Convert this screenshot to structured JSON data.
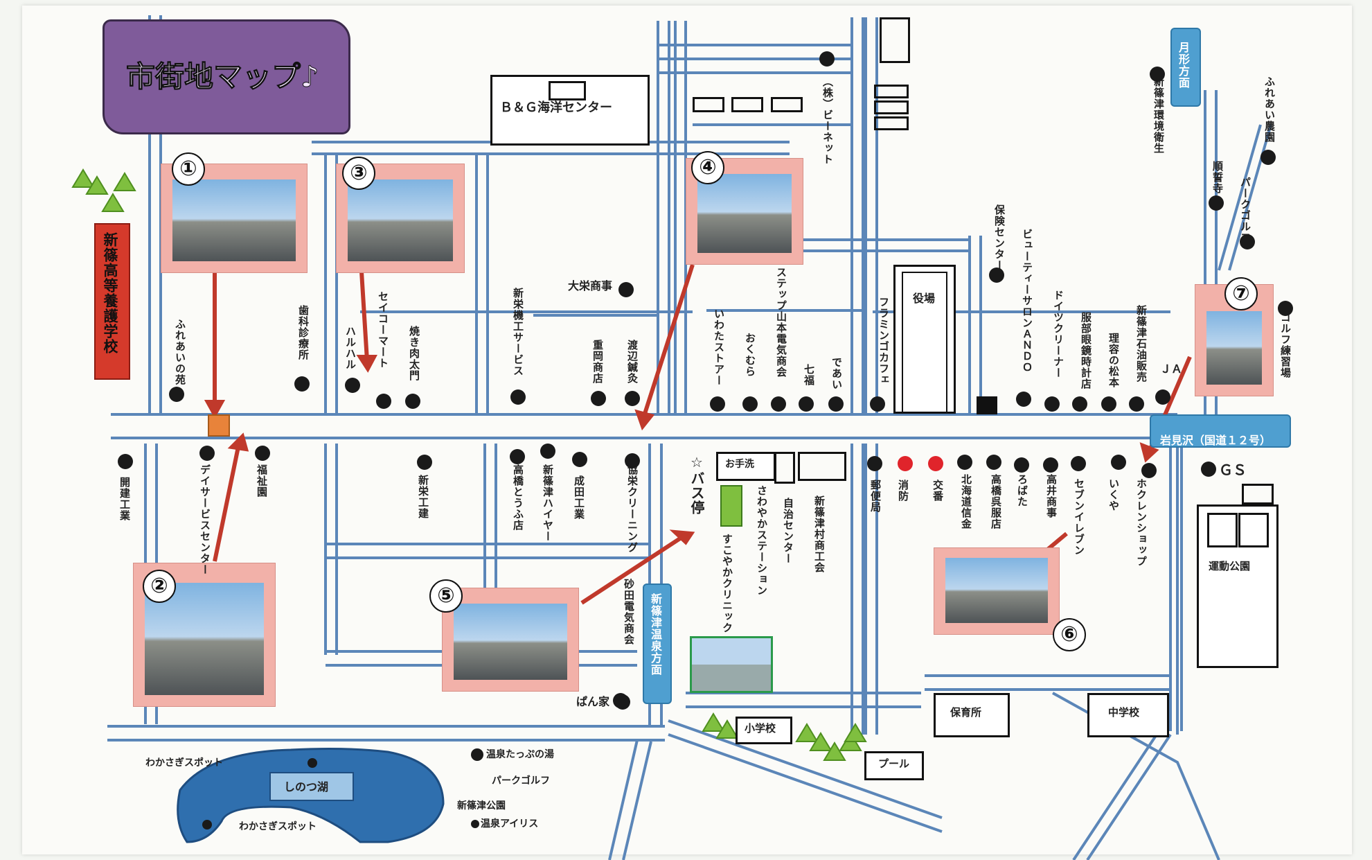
{
  "title": "市街地マップ♪",
  "landmarks": {
    "bg_center": "Ｂ＆Ｇ海洋センター",
    "school_high": "新篠高等養護学校",
    "yakuba": "役場",
    "kikaku": "（株）ビーネット",
    "tsukigata": "月形方面",
    "iwamizawa": "岩見沢（国道１２号）",
    "onsen_dir": "新篠津温泉方面",
    "shogakko": "小学校",
    "pool": "プール",
    "hoikusho": "保育所",
    "chugakko": "中学校",
    "undo_koen": "運動公園",
    "gs": "ＧＳ",
    "bus": "☆バス停",
    "otearai": "お手洗",
    "lake": "しのつ湖",
    "wakasagi1": "わかさぎスポット",
    "wakasagi2": "わかさぎスポット",
    "onsen_tappu": "温泉たっぷの湯",
    "park_golf_s": "パークゴルフ",
    "koen": "新篠津公園",
    "iris": "温泉アイリス"
  },
  "places_north": [
    "ふれあいの苑",
    "歯科診療所",
    "ハルハル",
    "セイコーマート",
    "焼き肉太門",
    "新栄機工サービス",
    "重岡商店",
    "渡辺鍼灸",
    "大栄商事",
    "いわたストアー",
    "おくむら",
    "ステップ山本電気商会",
    "七福",
    "であい",
    "フラミンゴカフェ",
    "保険センター",
    "ビューティーサロンＡＮＤＯ",
    "ドイツクリーナー",
    "服部眼鏡時計店",
    "理容の松本",
    "新篠津石油販売",
    "ＪＡ",
    "新篠津環境衛生",
    "ふれあい農園",
    "順誓寺",
    "パークゴルフ",
    "ゴルフ練習場"
  ],
  "places_south": [
    "開建工業",
    "デイサービスセンター",
    "福祉園",
    "新栄工建",
    "高橋とうふ店",
    "新篠津ハイヤー",
    "成田工業",
    "協栄クリーニング",
    "砂田電気商会",
    "ぱん家",
    "さわやかステーション",
    "すこやかクリニック",
    "自治センター",
    "新篠津村商工会",
    "郵便局",
    "消防",
    "交番",
    "北海道信金",
    "高橋呉服店",
    "ろばた",
    "高井商事",
    "セブンイレブン",
    "いくや",
    "ホクレンショップ"
  ],
  "photos": [
    "①",
    "②",
    "③",
    "④",
    "⑤",
    "⑥",
    "⑦"
  ],
  "colors": {
    "road": "#5b86b8",
    "photo_frame": "#f2b1a9",
    "title_banner": "#7f5b9a",
    "sign_blue": "#4f9fd0",
    "school_red": "#d53a2b",
    "lake": "#2f6fae",
    "arrow": "#c0392b",
    "tree": "#7fbf3f"
  }
}
